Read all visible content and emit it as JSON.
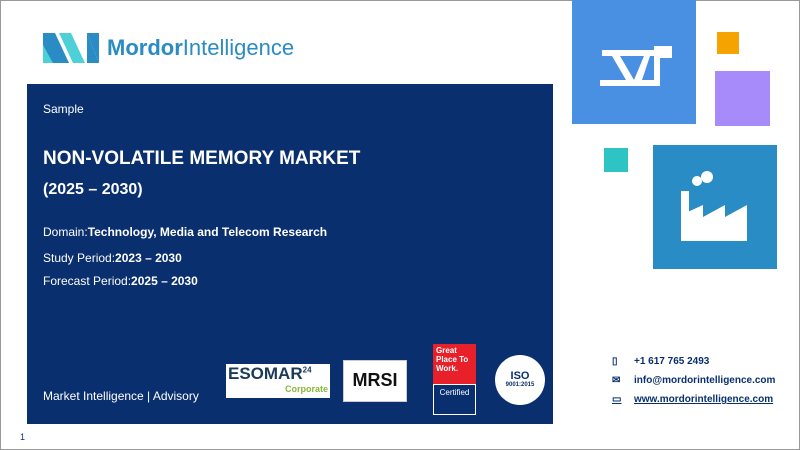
{
  "brand": {
    "name_bold": "Mordor",
    "name_light": "Intelligence"
  },
  "sample_label": "Sample",
  "title": "NON-VOLATILE MEMORY MARKET",
  "years": "(2025 – 2030)",
  "domain": {
    "label": "Domain:",
    "value": "Technology, Media and Telecom Research"
  },
  "study": {
    "label": "Study Period:",
    "value": "2023 – 2030"
  },
  "forecast": {
    "label": "Forecast Period:",
    "value": "2025 – 2030"
  },
  "footer": "Market Intelligence | Advisory",
  "badges": {
    "esomar": "ESOMAR",
    "esomar_num": "24",
    "esomar_sub": "Corporate",
    "mrsi": "MRSI",
    "gptw": "Great Place To Work.",
    "gptw_cert": "Certified",
    "iso": "ISO",
    "iso_num": "9001:2015"
  },
  "contacts": {
    "phone": "+1 617 765 2493",
    "email": "info@mordorintelligence.com",
    "web": "www.mordorintelligence.com"
  },
  "page_number": "1",
  "colors": {
    "navy": "#0a2f6e",
    "blue": "#4a90e2",
    "teal": "#2a8cc4",
    "orange": "#f5a300",
    "purple": "#a78bfa",
    "cyan": "#2ec4c4"
  }
}
